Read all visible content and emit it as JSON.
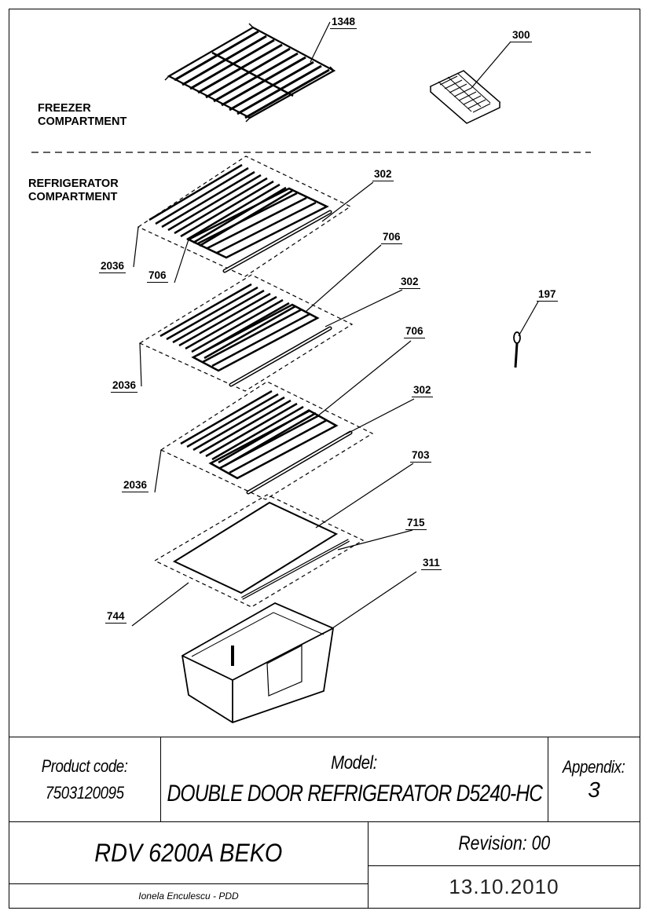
{
  "sections": {
    "freezer": "FREEZER\nCOMPARTMENT",
    "refrigerator": "REFRIGERATOR\nCOMPARTMENT"
  },
  "callouts": {
    "c1348": "1348",
    "c300": "300",
    "c302_a": "302",
    "c706_a": "706",
    "c2036_a": "2036",
    "c706_b": "706",
    "c302_b": "302",
    "c197": "197",
    "c2036_b": "2036",
    "c706_c": "706",
    "c302_c": "302",
    "c2036_c": "2036",
    "c703": "703",
    "c715": "715",
    "c311": "311",
    "c744": "744"
  },
  "title_block": {
    "product_code_label": "Product code:",
    "product_code": "7503120095",
    "model_label": "Model:",
    "model": "DOUBLE DOOR REFRIGERATOR D5240-HC",
    "appendix_label": "Appendix:",
    "appendix": "3",
    "name": "RDV 6200A BEKO",
    "revision": "Revision: 00",
    "date": "13.10.2010",
    "author": "Ionela Enculescu - PDD"
  }
}
